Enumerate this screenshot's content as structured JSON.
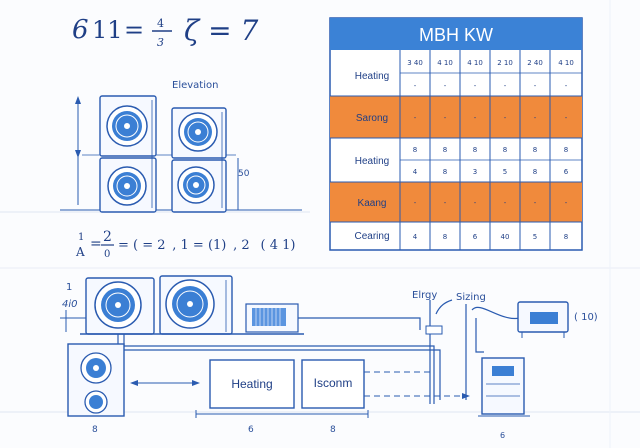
{
  "colors": {
    "ink": "#2a5bb0",
    "accent_blue": "#3b82d6",
    "accent_orange": "#f08a3c",
    "fan_fill": "#3b7fd4"
  },
  "equations": {
    "top_left": {
      "a": "6",
      "b": "11",
      "eq": "=",
      "frac_num": "4",
      "frac_den": "3",
      "rest": "ζ = 7"
    },
    "middle": {
      "frac_left_num": "1",
      "frac_left_den": "A",
      "frac_mid_num": "2",
      "frac_mid_den": "0",
      "tail": "= ( = 2  , 1 = (1)  , 2   ( 4 1)"
    }
  },
  "labels": {
    "elevation": "Elevation",
    "dim_right": "50",
    "left_marks": [
      "1",
      "4i0"
    ],
    "energy": "Elrgy",
    "sizing": "Sizing",
    "right_tag": "( 10)",
    "heating_box": "Heating",
    "second_box": "Isconm",
    "bottom_dims": [
      "8",
      "6",
      "8",
      "6"
    ]
  },
  "table": {
    "header": "MBH KW",
    "rows": [
      {
        "label": "Heating",
        "style": "plain",
        "cells_top": [
          "3 40",
          "4 10",
          "4 10",
          "2 10",
          "2 40",
          "4 10"
        ],
        "cells_bottom": [
          "-",
          "-",
          "-",
          "-",
          "-",
          "-"
        ]
      },
      {
        "label": "Sarong",
        "style": "orange",
        "cells": [
          "-",
          "-",
          "-",
          "-",
          "-",
          "-"
        ]
      },
      {
        "label": "Heating",
        "style": "plain",
        "cells_top": [
          "8",
          "8",
          "8",
          "8",
          "8",
          "8"
        ],
        "cells_bottom": [
          "4",
          "8",
          "3",
          "5",
          "8",
          "6"
        ]
      },
      {
        "label": "Kaang",
        "style": "orange",
        "cells": [
          "-",
          "-",
          "-",
          "-",
          "-",
          "-"
        ]
      },
      {
        "label": "Cearing",
        "style": "plain",
        "cells": [
          "4",
          "8",
          "6",
          "40",
          "5",
          "8"
        ]
      }
    ]
  }
}
